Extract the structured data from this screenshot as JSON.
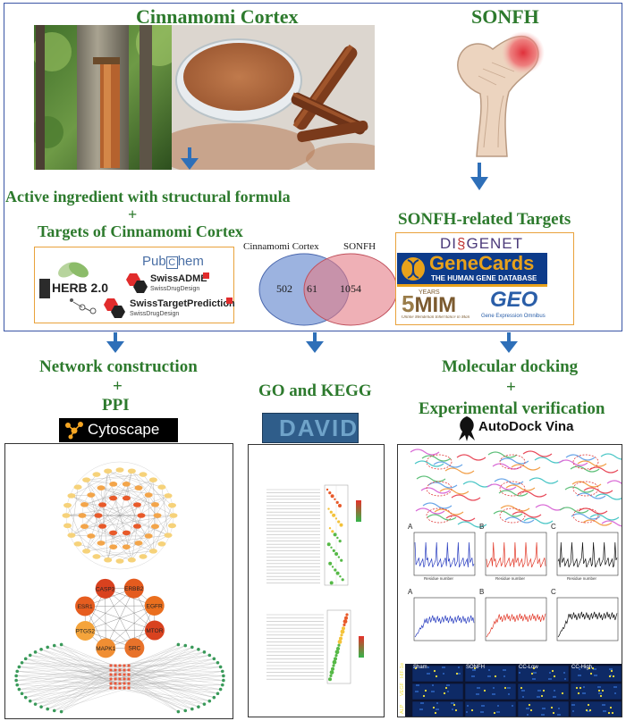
{
  "titles": {
    "cinnamomi_cortex": "Cinnamomi Cortex",
    "sonfh": "SONFH",
    "active_ingredient": "Active ingredient with structural formula",
    "plus1": "+",
    "targets_cc": "Targets of Cinnamomi Cortex",
    "sonfh_targets": "SONFH-related Targets",
    "network": "Network construction",
    "plus2": "+",
    "ppi": "PPI",
    "go_kegg": "GO and KEGG",
    "molecular_docking": "Molecular docking",
    "plus3": "+",
    "experimental": "Experimental verification"
  },
  "venn": {
    "left_label": "Cinnamomi Cortex",
    "right_label": "SONFH",
    "left_only": "502",
    "overlap": "61",
    "right_only": "1054"
  },
  "db_logos": {
    "herb": "HERB 2.0",
    "pubchem_a": "Pub",
    "pubchem_b": "hem",
    "swissadme": "SwissADME",
    "swissdrugdesign1": "SwissDrugDesign",
    "swisstarget": "SwissTargetPrediction",
    "swissdrugdesign2": "SwissDrugDesign",
    "disgenet_a": "DI",
    "disgenet_b": "GENET",
    "genecards": "GeneCards",
    "genecards_sub": "THE HUMAN GENE DATABASE",
    "omim_years": "YEARS",
    "omim": "MIM",
    "omim_sub": "Online Mendelian Inheritance in Man",
    "geo": "GEO",
    "geo_sub": "Gene Expression Omnibus"
  },
  "tools": {
    "cytoscape": "Cytoscape",
    "david": "DAVID",
    "autodock": "AutoDock Vina"
  },
  "ppi_nodes": [
    "CASP3",
    "ERBB2",
    "EGFR",
    "MTOR",
    "SRC",
    "MAPK1",
    "PTGS2",
    "ESR1"
  ],
  "exp_panels": {
    "row_labels": [
      "A",
      "B",
      "C"
    ],
    "xlabel": "Residue number",
    "col_labels": [
      "Sham",
      "SONFH",
      "CC-Low",
      "CC-High"
    ],
    "ihc_rows": [
      "HIF-1α",
      "VEGF",
      "ALP"
    ]
  },
  "colors": {
    "title_green": "#2d7a2d",
    "frame_blue": "#3a55a5",
    "arrow_blue": "#2e6fb8",
    "orange": "#e9a23b",
    "venn_left": "#7b9ad6",
    "venn_right": "#e57c86"
  }
}
